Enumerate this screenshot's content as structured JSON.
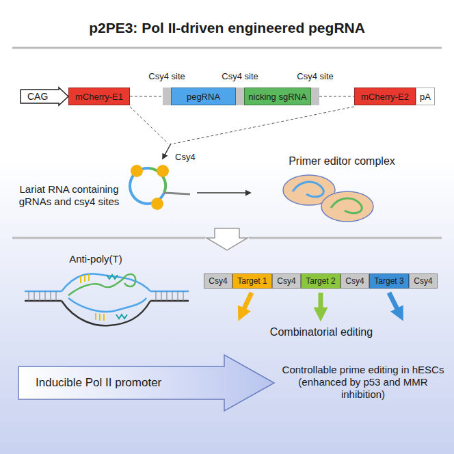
{
  "diagram": {
    "title": "p2PE3: Pol II-driven engineered pegRNA",
    "nodes": [
      {
        "text": [
          "CAG"
        ]
      },
      {
        "text": [
          "mCherry-E1"
        ]
      },
      {
        "text": [
          "pegRNA"
        ]
      },
      {
        "text": [
          "nicking sgRNA"
        ]
      },
      {
        "text": [
          "mCherry-E2"
        ]
      },
      {
        "text": [
          "pA"
        ]
      },
      {
        "text": [
          "Csy4"
        ]
      },
      {
        "text": [
          "Target 1"
        ]
      },
      {
        "text": [
          "Csy4"
        ]
      },
      {
        "text": [
          "Target 2"
        ]
      },
      {
        "text": [
          "Csy4"
        ]
      },
      {
        "text": [
          "Target 3"
        ]
      },
      {
        "text": [
          "Csy4"
        ]
      },
      {
        "text": [
          "Inducible Pol II promoter"
        ]
      }
    ],
    "labels": [
      "Csy4 site",
      "Csy4 site",
      "Csy4 site",
      "Csy4",
      "Lariat RNA containing gRNAs and csy4 sites",
      "Primer editor complex",
      "Anti-poly(T)",
      "Combinatorial editing",
      "Controllable prime editing in hESCs (enhanced by p53 and MMR inhibition)"
    ]
  }
}
